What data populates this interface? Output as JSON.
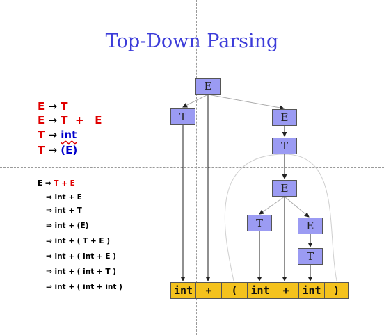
{
  "title": "Top-Down Parsing",
  "grammar": {
    "rules": [
      {
        "lhs": "E",
        "arrow": "→",
        "rhs": "T"
      },
      {
        "lhs": "E",
        "arrow": "→",
        "rhs": "T  +   E"
      },
      {
        "lhs": "T",
        "arrow": "→",
        "rhs": "int"
      },
      {
        "lhs": "T",
        "arrow": "→",
        "rhs": "(E)"
      }
    ]
  },
  "derivation": {
    "first_lhs": "E",
    "arrow": "⇒",
    "lines": [
      "T + E",
      "int + E",
      "int + T",
      "int + (E)",
      "int + ( T + E )",
      "int + ( int + E )",
      "int + ( int + T )",
      "int + ( int + int )"
    ]
  },
  "tree": {
    "nodes": [
      "E",
      "T",
      "E",
      "T",
      "E",
      "T",
      "E",
      "T"
    ],
    "tokens": [
      "int",
      "+",
      "(",
      "int",
      "+",
      "int",
      ")"
    ]
  },
  "colors": {
    "title": "#3b3bd9",
    "node_fill": "#9b9bf3",
    "token_fill": "#f4c21d",
    "nonterminal_red": "#e00000",
    "terminal_blue": "#0000cc"
  }
}
